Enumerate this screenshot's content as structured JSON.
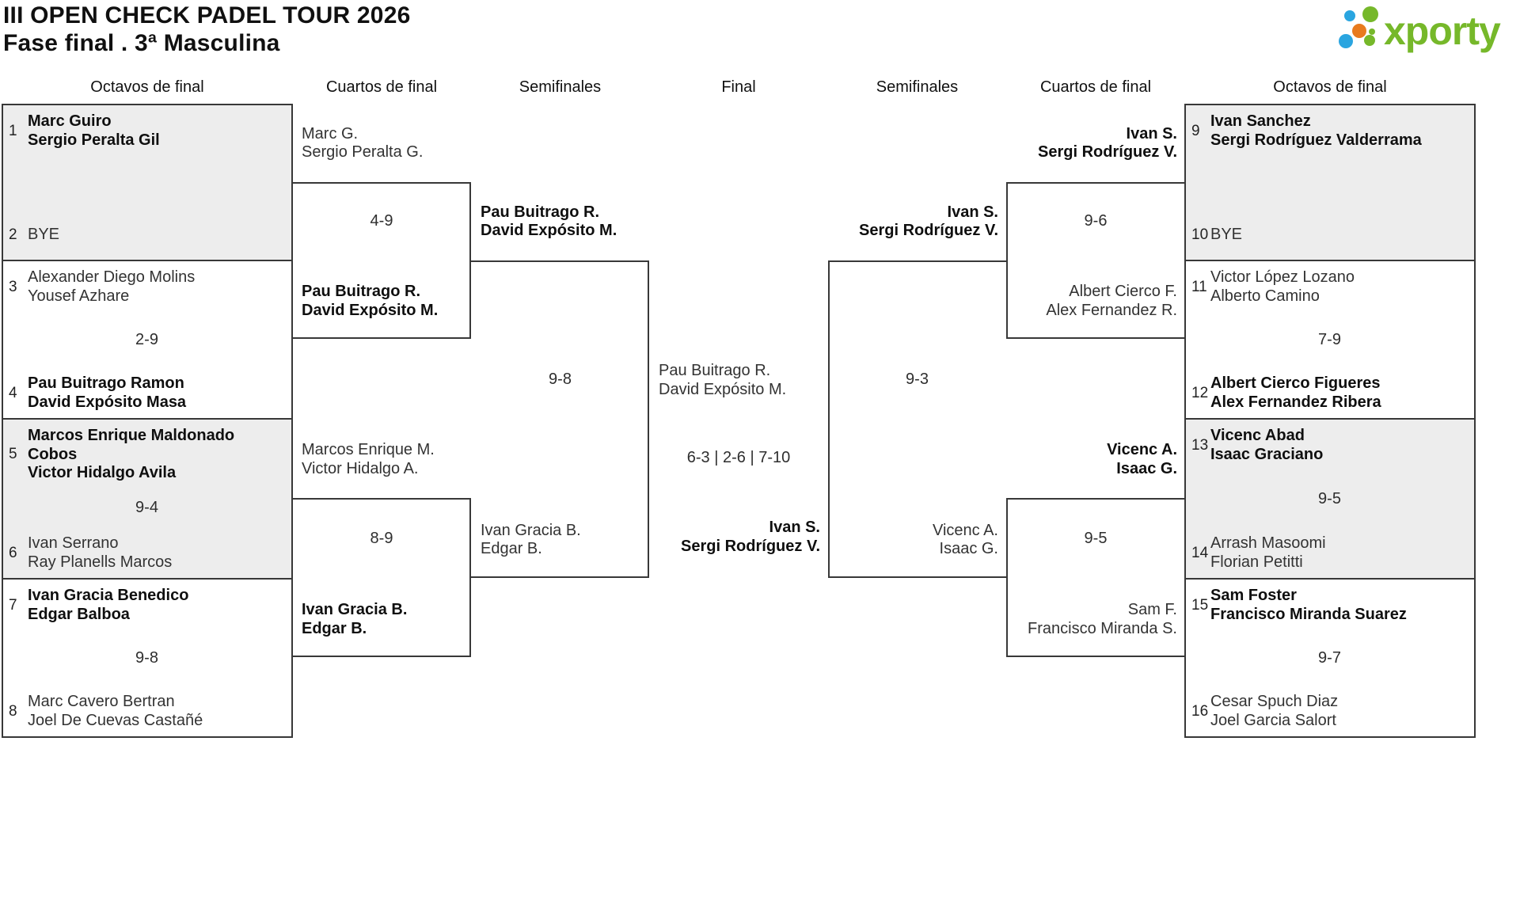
{
  "header": {
    "title": "III OPEN CHECK PADEL TOUR 2026",
    "subtitle": "Fase final . 3ª Masculina"
  },
  "logo": {
    "text": "xporty",
    "green": "#76b82a",
    "blue": "#2aa5e0",
    "orange": "#e87a1e"
  },
  "colors": {
    "border": "#383838",
    "box_shade": "#ededed",
    "text": "#333333",
    "text_bold": "#0f0f0f"
  },
  "round_headers": [
    "Octavos de final",
    "Cuartos de final",
    "Semifinales",
    "Final",
    "Semifinales",
    "Cuartos de final",
    "Octavos de final"
  ],
  "octavos_left": [
    {
      "shaded": true,
      "score": "",
      "team1": {
        "seed": "1",
        "bold": true,
        "lines": [
          "Marc Guiro",
          "Sergio Peralta Gil"
        ]
      },
      "team2": {
        "seed": "2",
        "bold": false,
        "lines": [
          "BYE"
        ]
      }
    },
    {
      "shaded": false,
      "score": "2-9",
      "team1": {
        "seed": "3",
        "bold": false,
        "lines": [
          "Alexander Diego Molins",
          "Yousef Azhare"
        ]
      },
      "team2": {
        "seed": "4",
        "bold": true,
        "lines": [
          "Pau Buitrago Ramon",
          "David Expósito Masa"
        ]
      }
    },
    {
      "shaded": true,
      "score": "9-4",
      "team1": {
        "seed": "5",
        "bold": true,
        "lines": [
          "Marcos Enrique Maldonado Cobos",
          "Victor Hidalgo Avila"
        ]
      },
      "team2": {
        "seed": "6",
        "bold": false,
        "lines": [
          "Ivan Serrano",
          "Ray Planells Marcos"
        ]
      }
    },
    {
      "shaded": false,
      "score": "9-8",
      "team1": {
        "seed": "7",
        "bold": true,
        "lines": [
          "Ivan Gracia Benedico",
          "Edgar Balboa"
        ]
      },
      "team2": {
        "seed": "8",
        "bold": false,
        "lines": [
          "Marc Cavero Bertran",
          "Joel De Cuevas Castañé"
        ]
      }
    }
  ],
  "octavos_right": [
    {
      "shaded": true,
      "score": "",
      "team1": {
        "seed": "9",
        "bold": true,
        "lines": [
          "Ivan Sanchez",
          "Sergi Rodríguez Valderrama"
        ]
      },
      "team2": {
        "seed": "10",
        "bold": false,
        "lines": [
          "BYE"
        ]
      }
    },
    {
      "shaded": false,
      "score": "7-9",
      "team1": {
        "seed": "11",
        "bold": false,
        "lines": [
          "Victor López Lozano",
          "Alberto Camino"
        ]
      },
      "team2": {
        "seed": "12",
        "bold": true,
        "lines": [
          "Albert Cierco Figueres",
          "Alex Fernandez Ribera"
        ]
      }
    },
    {
      "shaded": true,
      "score": "9-5",
      "team1": {
        "seed": "13",
        "bold": true,
        "lines": [
          "Vicenc Abad",
          "Isaac Graciano"
        ]
      },
      "team2": {
        "seed": "14",
        "bold": false,
        "lines": [
          "Arrash Masoomi",
          "Florian Petitti"
        ]
      }
    },
    {
      "shaded": false,
      "score": "9-7",
      "team1": {
        "seed": "15",
        "bold": true,
        "lines": [
          "Sam Foster",
          "Francisco Miranda Suarez"
        ]
      },
      "team2": {
        "seed": "16",
        "bold": false,
        "lines": [
          "Cesar Spuch Diaz",
          "Joel Garcia Salort"
        ]
      }
    }
  ],
  "quarters_left": [
    {
      "score": "4-9",
      "team1": {
        "bold": false,
        "lines": [
          "Marc G.",
          "Sergio Peralta G."
        ]
      },
      "team2": {
        "bold": true,
        "lines": [
          "Pau Buitrago R.",
          "David Expósito M."
        ]
      }
    },
    {
      "score": "8-9",
      "team1": {
        "bold": false,
        "lines": [
          "Marcos Enrique M.",
          "Victor Hidalgo A."
        ]
      },
      "team2": {
        "bold": true,
        "lines": [
          "Ivan Gracia B.",
          "Edgar B."
        ]
      }
    }
  ],
  "quarters_right": [
    {
      "score": "9-6",
      "team1": {
        "bold": true,
        "lines": [
          "Ivan S.",
          "Sergi Rodríguez V."
        ]
      },
      "team2": {
        "bold": false,
        "lines": [
          "Albert Cierco F.",
          "Alex Fernandez R."
        ]
      }
    },
    {
      "score": "9-5",
      "team1": {
        "bold": true,
        "lines": [
          "Vicenc A.",
          "Isaac G."
        ]
      },
      "team2": {
        "bold": false,
        "lines": [
          "Sam F.",
          "Francisco Miranda S."
        ]
      }
    }
  ],
  "semifinal_left": {
    "score": "9-8",
    "team1": {
      "bold": true,
      "lines": [
        "Pau Buitrago R.",
        "David Expósito M."
      ]
    },
    "team2": {
      "bold": false,
      "lines": [
        "Ivan Gracia B.",
        "Edgar B."
      ]
    }
  },
  "semifinal_right": {
    "score": "9-3",
    "team1": {
      "bold": true,
      "lines": [
        "Ivan S.",
        "Sergi Rodríguez V."
      ]
    },
    "team2": {
      "bold": false,
      "lines": [
        "Vicenc A.",
        "Isaac G."
      ]
    }
  },
  "final": {
    "score": "6-3 | 2-6 | 7-10",
    "team1": {
      "bold": false,
      "lines": [
        "Pau Buitrago R.",
        "David Expósito M."
      ]
    },
    "team2": {
      "bold": true,
      "lines": [
        "Ivan S.",
        "Sergi Rodríguez V."
      ]
    }
  }
}
